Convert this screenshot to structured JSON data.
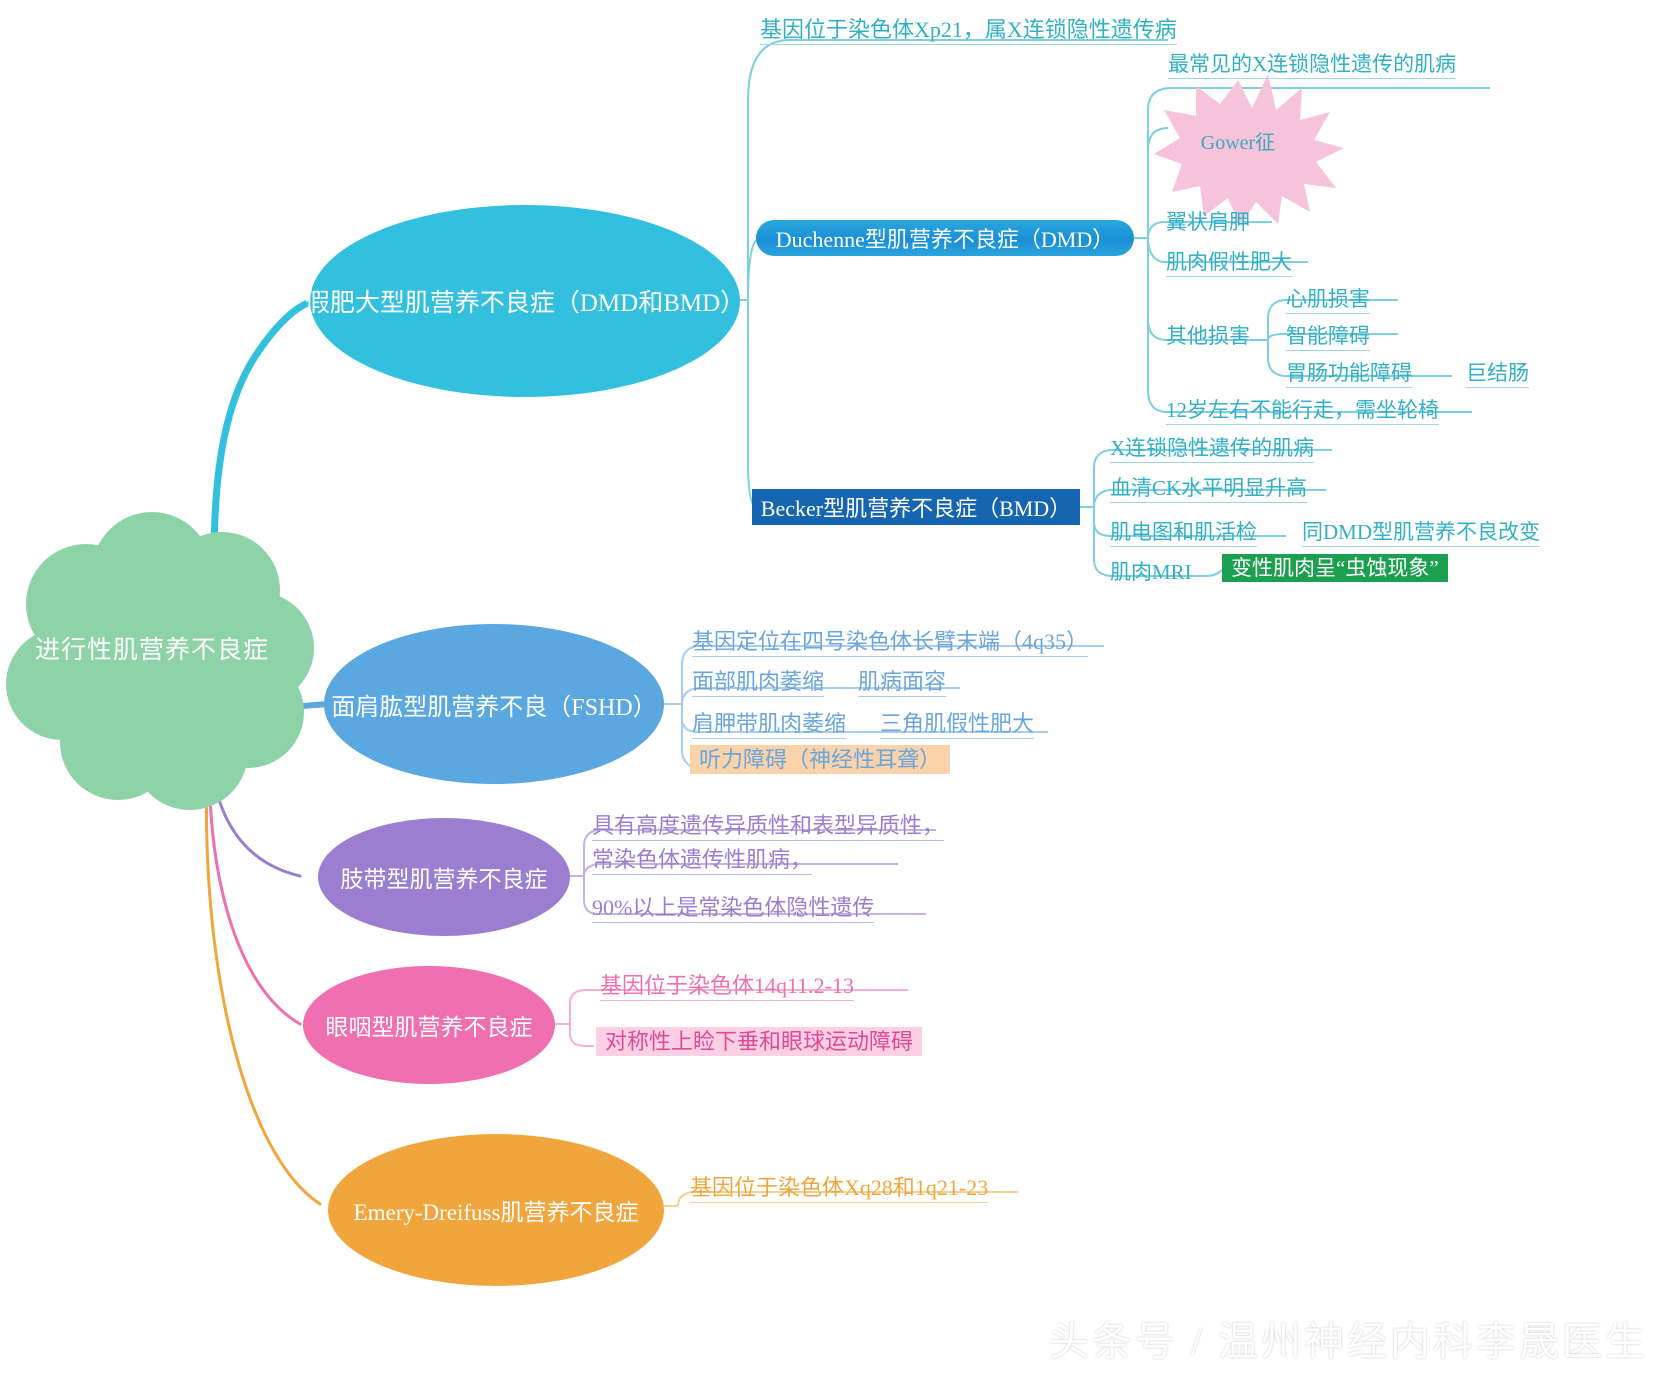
{
  "central": {
    "label": "进行性肌营养不良症",
    "color": "#8ed3a8"
  },
  "branches": {
    "pseudohypertrophic": {
      "label": "假肥大型肌营养不良症（DMD和BMD）",
      "color": "#33c0de",
      "dmd": {
        "label": "Duchenne型肌营养不良症（DMD）",
        "color": "#1b8fd6",
        "top_note": "基因位于染色体Xp21，属X连锁隐性遗传病",
        "items": [
          "最常见的X连锁隐性遗传的肌病",
          "Gower征",
          "翼状肩胛",
          "肌肉假性肥大",
          "其他损害",
          "12岁左右不能行走，需坐轮椅"
        ],
        "other_damage_label": "其他损害",
        "other_damage": [
          "心肌损害",
          "智能障碍",
          "胃肠功能障碍"
        ],
        "gi_sub": "巨结肠",
        "gower_label": "Gower征",
        "gower_color": "#f6c3da"
      },
      "bmd": {
        "label": "Becker型肌营养不良症（BMD）",
        "color": "#1565b0",
        "items": [
          "X连锁隐性遗传的肌病",
          "血清CK水平明显升高",
          "肌电图和肌活检",
          "肌肉MRI"
        ],
        "emg_sub": "同DMD型肌营养不良改变",
        "mri_sub": "变性肌肉呈“虫蚀现象”",
        "mri_sub_color": "#1aa04e"
      }
    },
    "fshd": {
      "label": "面肩肱型肌营养不良（FSHD）",
      "color": "#5ba7e0",
      "items": [
        "基因定位在四号染色体长臂末端（4q35）",
        "面部肌肉萎缩",
        "肩胛带肌肉萎缩",
        "听力障碍（神经性耳聋）"
      ],
      "facial_sub": "肌病面容",
      "shoulder_sub": "三角肌假性肥大",
      "hearing_highlight_color": "#fad3ab"
    },
    "limb_girdle": {
      "label": "肢带型肌营养不良症",
      "color": "#9b7ed0",
      "items": [
        "具有高度遗传异质性和表型异质性，",
        "常染色体遗传性肌病，",
        "90%以上是常染色体隐性遗传"
      ]
    },
    "oculopharyngeal": {
      "label": "眼咽型肌营养不良症",
      "color": "#ef6fb0",
      "items": [
        "基因位于染色体14q11.2-13",
        "对称性上睑下垂和眼球运动障碍"
      ],
      "highlight_color": "#fbd0e4"
    },
    "emery_dreifuss": {
      "label": "Emery-Dreifuss肌营养不良症",
      "color": "#f0a63c",
      "items": [
        "基因位于染色体Xq28和1q21-23"
      ]
    }
  },
  "watermark": "头条号 / 温州神经内科李晟医生"
}
